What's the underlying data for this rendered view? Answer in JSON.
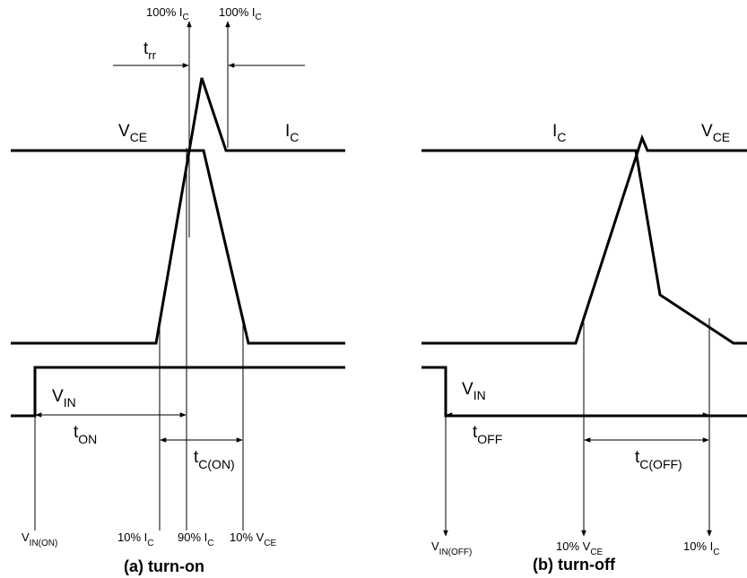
{
  "turn_on": {
    "caption": "(a) turn-on",
    "top_labels": {
      "left": {
        "main": "100% I",
        "sub": "C"
      },
      "right": {
        "main": "100% I",
        "sub": "C"
      }
    },
    "trr": {
      "main": "t",
      "sub": "rr"
    },
    "vce": {
      "main": "V",
      "sub": "CE"
    },
    "ic": {
      "main": "I",
      "sub": "C"
    },
    "vin": {
      "main": "V",
      "sub": "IN"
    },
    "ton": {
      "main": "t",
      "sub": "ON"
    },
    "tcon": {
      "main": "t",
      "sub": "C(ON)"
    },
    "bottom_labels": {
      "vin_on": {
        "main": "V",
        "sub": "IN(ON)"
      },
      "ic10": {
        "main": "10% I",
        "sub": "C"
      },
      "ic90": {
        "main": "90% I",
        "sub": "C"
      },
      "vce10": {
        "main": "10% V",
        "sub": "CE"
      }
    }
  },
  "turn_off": {
    "caption": "(b) turn-off",
    "ic": {
      "main": "I",
      "sub": "C"
    },
    "vce": {
      "main": "V",
      "sub": "CE"
    },
    "vin": {
      "main": "V",
      "sub": "IN"
    },
    "toff": {
      "main": "t",
      "sub": "OFF"
    },
    "tcoff": {
      "main": "t",
      "sub": "C(OFF)"
    },
    "bottom_labels": {
      "vin_off": {
        "main": "V",
        "sub": "IN(OFF)"
      },
      "vce10": {
        "main": "10% V",
        "sub": "CE"
      },
      "ic10": {
        "main": "10% I",
        "sub": "C"
      }
    }
  }
}
